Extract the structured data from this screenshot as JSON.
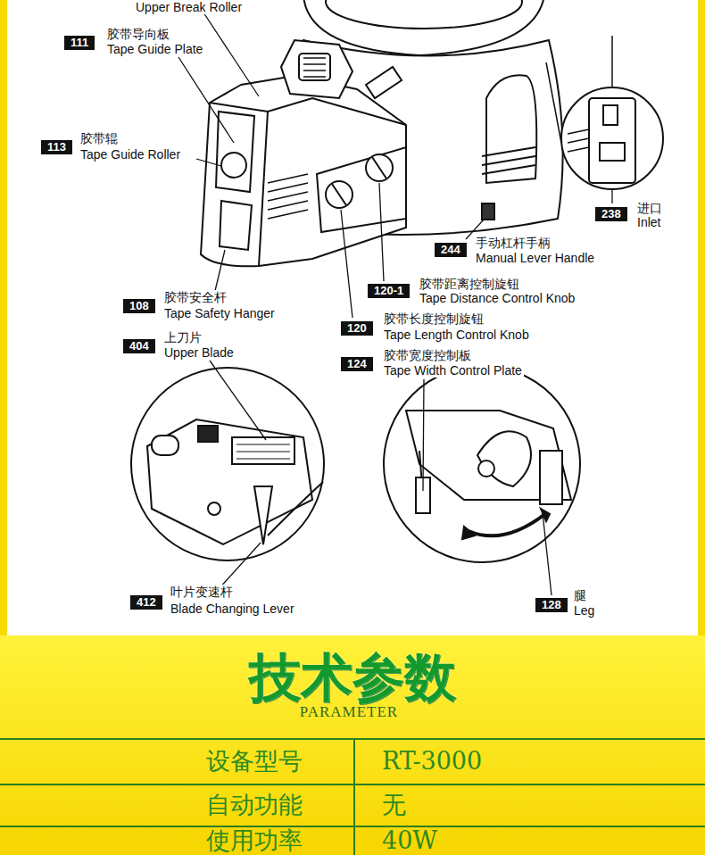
{
  "diagram": {
    "title": "技术参数",
    "labels": [
      "Upper Break Roller",
      "111",
      "胶带导向板",
      "Tape Guide Plate",
      "113",
      "胶带辊",
      "Tape Guide Roller",
      "238",
      "进口",
      "Inlet",
      "244",
      "手动杠杆手柄",
      "Manual Lever Handle",
      "120-1",
      "胶带距离控制旋钮",
      "Tape Distance Control Knob",
      "108",
      "胶带安全杆",
      "Tape Safety Hanger",
      "120",
      "胶带长度控制旋钮",
      "Tape Length Control Knob",
      "404",
      "上刀片",
      "Upper Blade",
      "124",
      "胶带宽度控制板",
      "Tape Width Control Plate",
      "412",
      "叶片变速杆",
      "Blade Changing Lever",
      "128",
      "腿",
      "Leg",
      "PARAMETER",
      "设备型号",
      "RT-3000",
      "自动功能",
      "无",
      "使用功率",
      "40W"
    ]
  }
}
